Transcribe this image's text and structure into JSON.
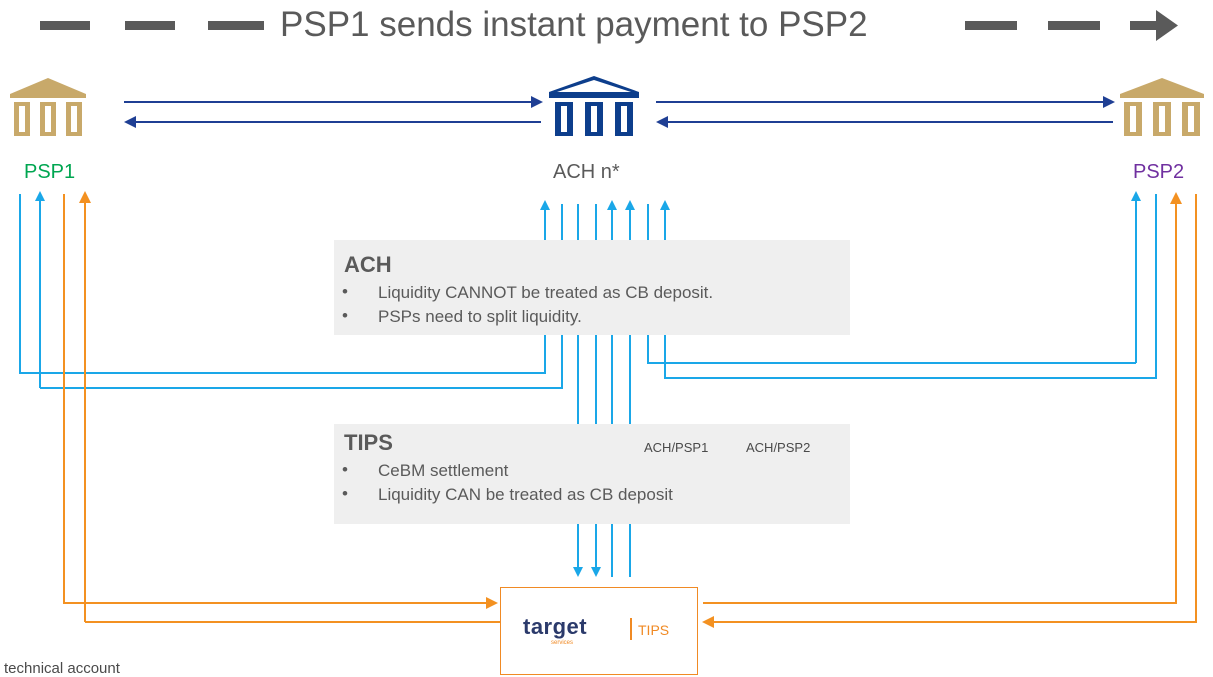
{
  "title": "PSP1 sends instant payment to PSP2",
  "nodes": {
    "psp1": {
      "label": "PSP1",
      "color": "#00a651"
    },
    "ach": {
      "label": "ACH n*",
      "color": "#5a5a5a"
    },
    "psp2": {
      "label": "PSP2",
      "color": "#7030a0"
    }
  },
  "ach_box": {
    "title": "ACH",
    "bullets": [
      "Liquidity CANNOT be treated as CB deposit.",
      "PSPs need to split liquidity."
    ]
  },
  "tips_box": {
    "title": "TIPS",
    "bullets": [
      "CeBM settlement",
      "Liquidity CAN be treated as CB deposit"
    ],
    "accounts": [
      "ACH/PSP1",
      "ACH/PSP2"
    ]
  },
  "tips_logo": {
    "word": "target",
    "sub": "services",
    "product": "TIPS"
  },
  "footnote": "technical account",
  "colors": {
    "bank_gold": "#c8a96a",
    "bank_blue": "#0d3e8c",
    "message_arrow": "#1f3f94",
    "liquidity_blue": "#1aa7e8",
    "settlement_orange": "#f39121",
    "title_grey": "#5a5a5a"
  },
  "icons": [
    "bank-icon",
    "arrow-right-icon"
  ]
}
